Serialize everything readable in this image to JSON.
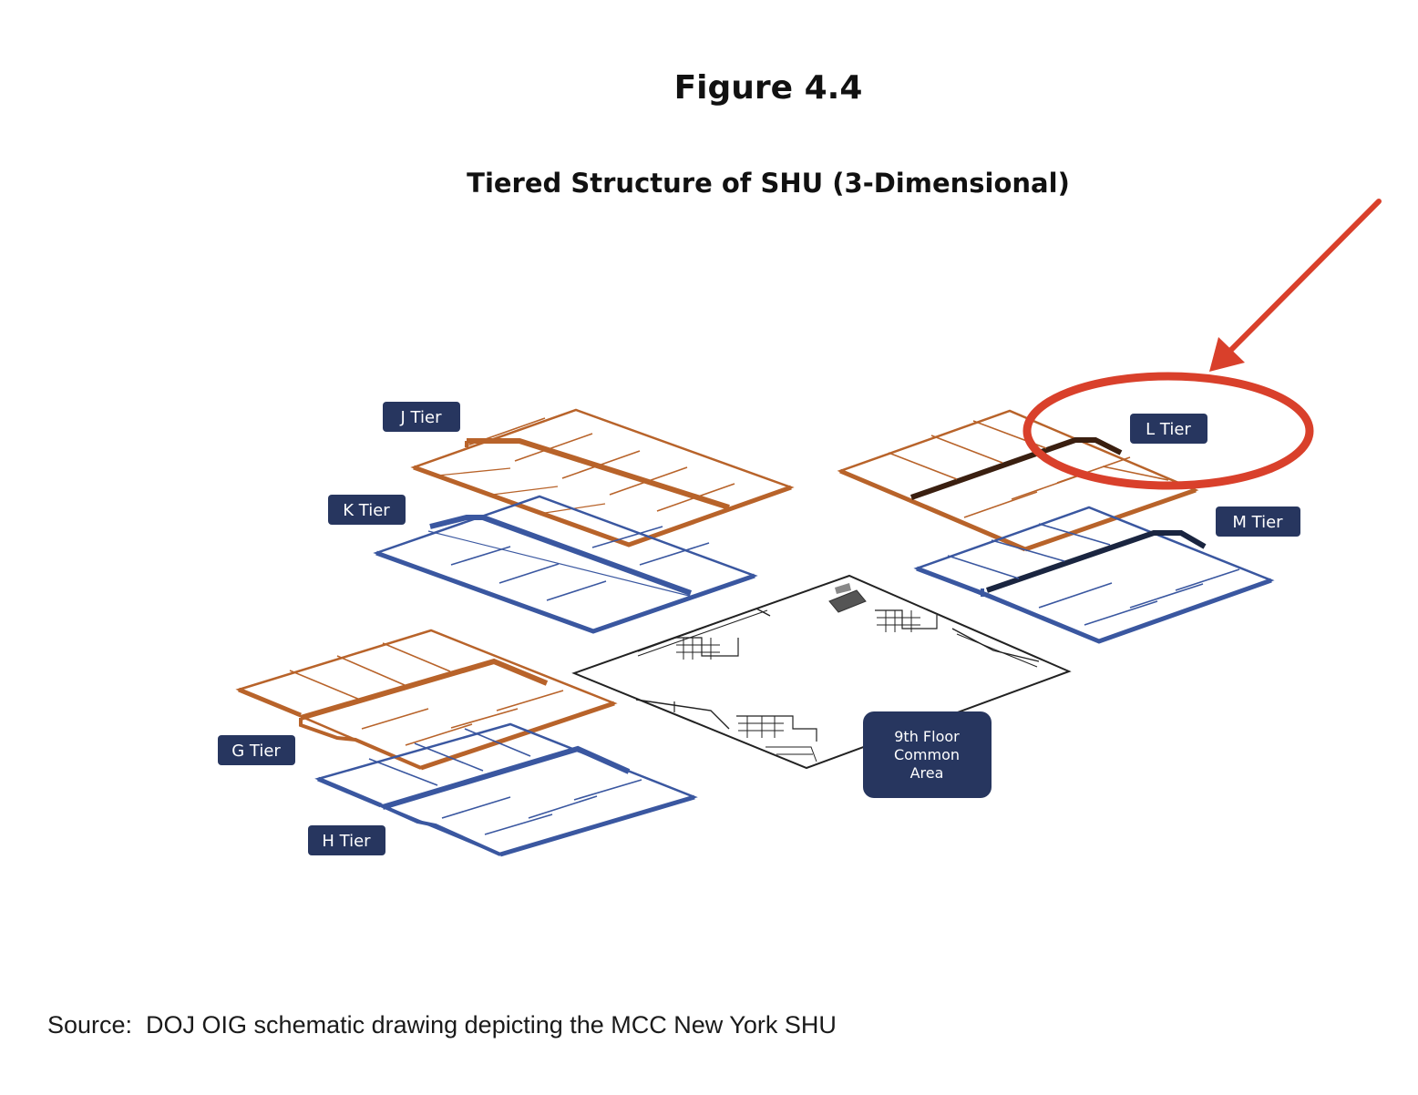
{
  "figure": {
    "number": "Figure 4.4",
    "title": "Tiered Structure of SHU (3-Dimensional)"
  },
  "tiers": [
    {
      "id": "J",
      "label": "J Tier",
      "color": "#b8632a"
    },
    {
      "id": "K",
      "label": "K Tier",
      "color": "#3a57a0"
    },
    {
      "id": "L",
      "label": "L Tier",
      "color": "#b8632a"
    },
    {
      "id": "M",
      "label": "M Tier",
      "color": "#3a57a0"
    },
    {
      "id": "G",
      "label": "G Tier",
      "color": "#b8632a"
    },
    {
      "id": "H",
      "label": "H Tier",
      "color": "#3a57a0"
    }
  ],
  "common_area": {
    "lines": [
      "9th Floor",
      "Common",
      "Area"
    ]
  },
  "annotation": {
    "highlight_color": "#d9402b",
    "target": "L Tier"
  },
  "label_box_color": "#27365f",
  "source": "Source:  DOJ OIG schematic drawing depicting the MCC New York SHU"
}
